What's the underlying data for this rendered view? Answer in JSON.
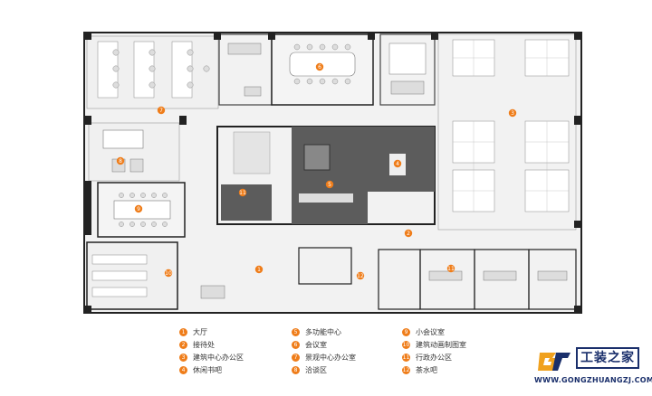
{
  "legend": {
    "items": [
      {
        "num": "1",
        "label": "大厅"
      },
      {
        "num": "2",
        "label": "接待处"
      },
      {
        "num": "3",
        "label": "建筑中心办公区"
      },
      {
        "num": "4",
        "label": "休闲书吧"
      },
      {
        "num": "5",
        "label": "多功能中心"
      },
      {
        "num": "6",
        "label": "会议室"
      },
      {
        "num": "7",
        "label": "景观中心办公室"
      },
      {
        "num": "8",
        "label": "洽谈区"
      },
      {
        "num": "9",
        "label": "小会议室"
      },
      {
        "num": "10",
        "label": "建筑动画制图室"
      },
      {
        "num": "11",
        "label": "行政办公区"
      },
      {
        "num": "12",
        "label": "茶水吧"
      }
    ]
  },
  "plan_markers": [
    "1",
    "2",
    "3",
    "4",
    "5",
    "6",
    "7",
    "8",
    "9",
    "10",
    "11",
    "12"
  ],
  "logo": {
    "mark": "GZJ",
    "name": "工装之家",
    "url": "WWW.GONGZHUANGZJ.COM"
  },
  "colors": {
    "marker": "#ef7d1a",
    "wall": "#222222",
    "floor": "#f3f3f3",
    "dark_room": "#5c5c5c",
    "logo_blue": "#1a2f6b",
    "logo_orange": "#f0a11e"
  }
}
